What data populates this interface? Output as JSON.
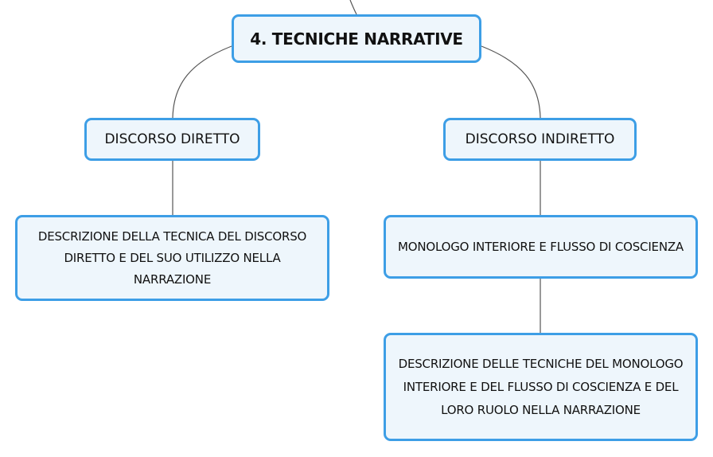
{
  "diagram": {
    "root": "4. TECNICHE NARRATIVE",
    "nodes": {
      "discorso_diretto": "DISCORSO DIRETTO",
      "discorso_indiretto": "DISCORSO INDIRETTO",
      "descrizione_diretto": "DESCRIZIONE DELLA TECNICA DEL DISCORSO DIRETTO E DEL SUO UTILIZZO NELLA NARRAZIONE",
      "monologo": "MONOLOGO INTERIORE E FLUSSO DI COSCIENZA",
      "descrizione_monologo": "DESCRIZIONE DELLE TECNICHE DEL MONOLOGO INTERIORE E DEL FLUSSO DI COSCIENZA E DEL LORO RUOLO NELLA NARRAZIONE"
    },
    "colors": {
      "node_border": "#3d9ee6",
      "node_fill": "#eef6fc",
      "connector": "#555555",
      "text": "#111111"
    }
  }
}
